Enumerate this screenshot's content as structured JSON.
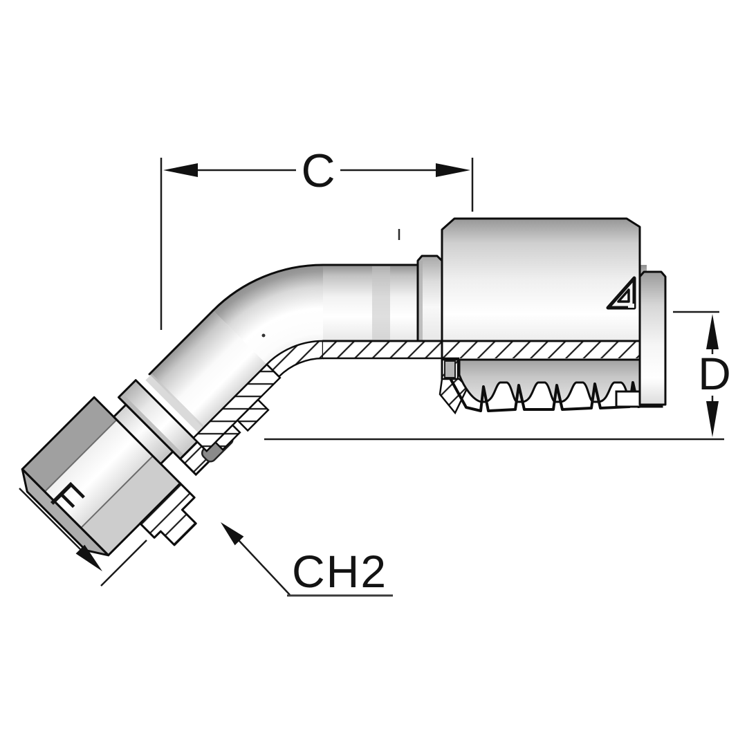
{
  "meta": {
    "background": "#ffffff",
    "ink_color": "#131313",
    "figure": "45-degree elbow hose fitting, half-section technical drawing"
  },
  "labels": {
    "c": "C",
    "d": "D",
    "f": "F",
    "ch2": "CH2"
  },
  "logo": {
    "name": "manufacturer-mark",
    "shape": "stylized-triangle-A"
  },
  "palette": {
    "outline": "#0d0d0d",
    "metal_dark": "#8e8e8e",
    "metal_mid": "#cfcfcf",
    "metal_light": "#ffffff",
    "hatch_ink": "#1b1b1b"
  }
}
